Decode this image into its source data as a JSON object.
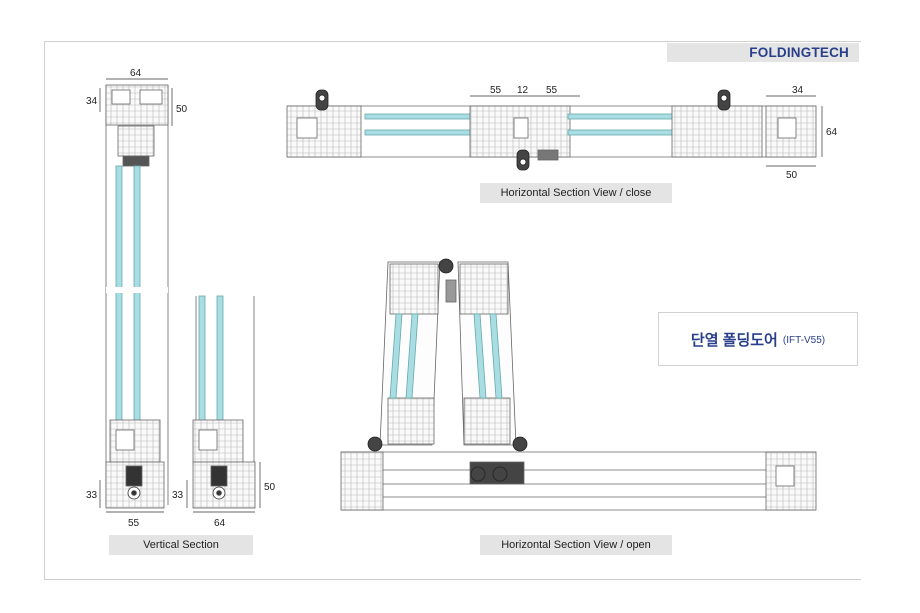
{
  "brand": "FOLDINGTECH",
  "product": {
    "name": "단열 폴딩도어",
    "code": "(IFT-V55)"
  },
  "captions": {
    "vertical": "Vertical Section",
    "close": "Horizontal Section View / close",
    "open": "Horizontal Section View / open"
  },
  "dimensions": {
    "vertical_top_width": "64",
    "vertical_top_left": "34",
    "vertical_top_right": "50",
    "vertical_bottom_left_height": "33",
    "vertical_bottom_left_width": "55",
    "vertical_bottom_right_height": "33",
    "vertical_bottom_right_width": "64",
    "vertical_bottom_right_side": "50",
    "close_left": "55",
    "close_mid": "12",
    "close_right": "55",
    "close_end_top": "34",
    "close_end_side": "64",
    "close_end_bottom": "50"
  },
  "colors": {
    "brand": "#2a3f8a",
    "glass": "#a8dde4",
    "profile": "#8a8a8a",
    "dark": "#333333",
    "caption_bg": "#e4e4e4"
  }
}
